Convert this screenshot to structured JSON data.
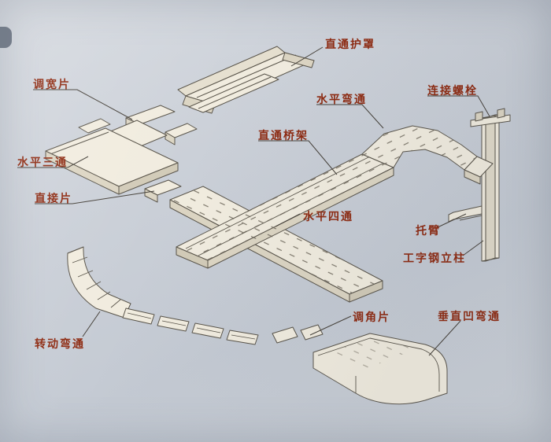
{
  "diagram": {
    "labels": [
      {
        "id": "zhitong-huzhao",
        "text": "直通护罩"
      },
      {
        "id": "tiaokuan-pian",
        "text": "调宽片"
      },
      {
        "id": "shuiping-wantong",
        "text": "水平弯通"
      },
      {
        "id": "lianjie-luoshuan",
        "text": "连接螺栓"
      },
      {
        "id": "zhitong-qiaojia",
        "text": "直通桥架"
      },
      {
        "id": "shuiping-santong",
        "text": "水平三通"
      },
      {
        "id": "zhijie-pian",
        "text": "直接片"
      },
      {
        "id": "shuiping-sitong",
        "text": "水平四通"
      },
      {
        "id": "tuobi",
        "text": "托臂"
      },
      {
        "id": "gongzigang-lizhu",
        "text": "工字钢立柱"
      },
      {
        "id": "tiaojiao-pian",
        "text": "调角片"
      },
      {
        "id": "chuizhi-aowantong",
        "text": "垂直凹弯通"
      },
      {
        "id": "zhuandong-wantong",
        "text": "转动弯通"
      }
    ],
    "colors": {
      "label_text": "#8e2a11",
      "line": "#59544a",
      "paper": "#cbd0d8",
      "part_fill": "#f1ecdf",
      "part_side": "#dcd5c3"
    }
  }
}
